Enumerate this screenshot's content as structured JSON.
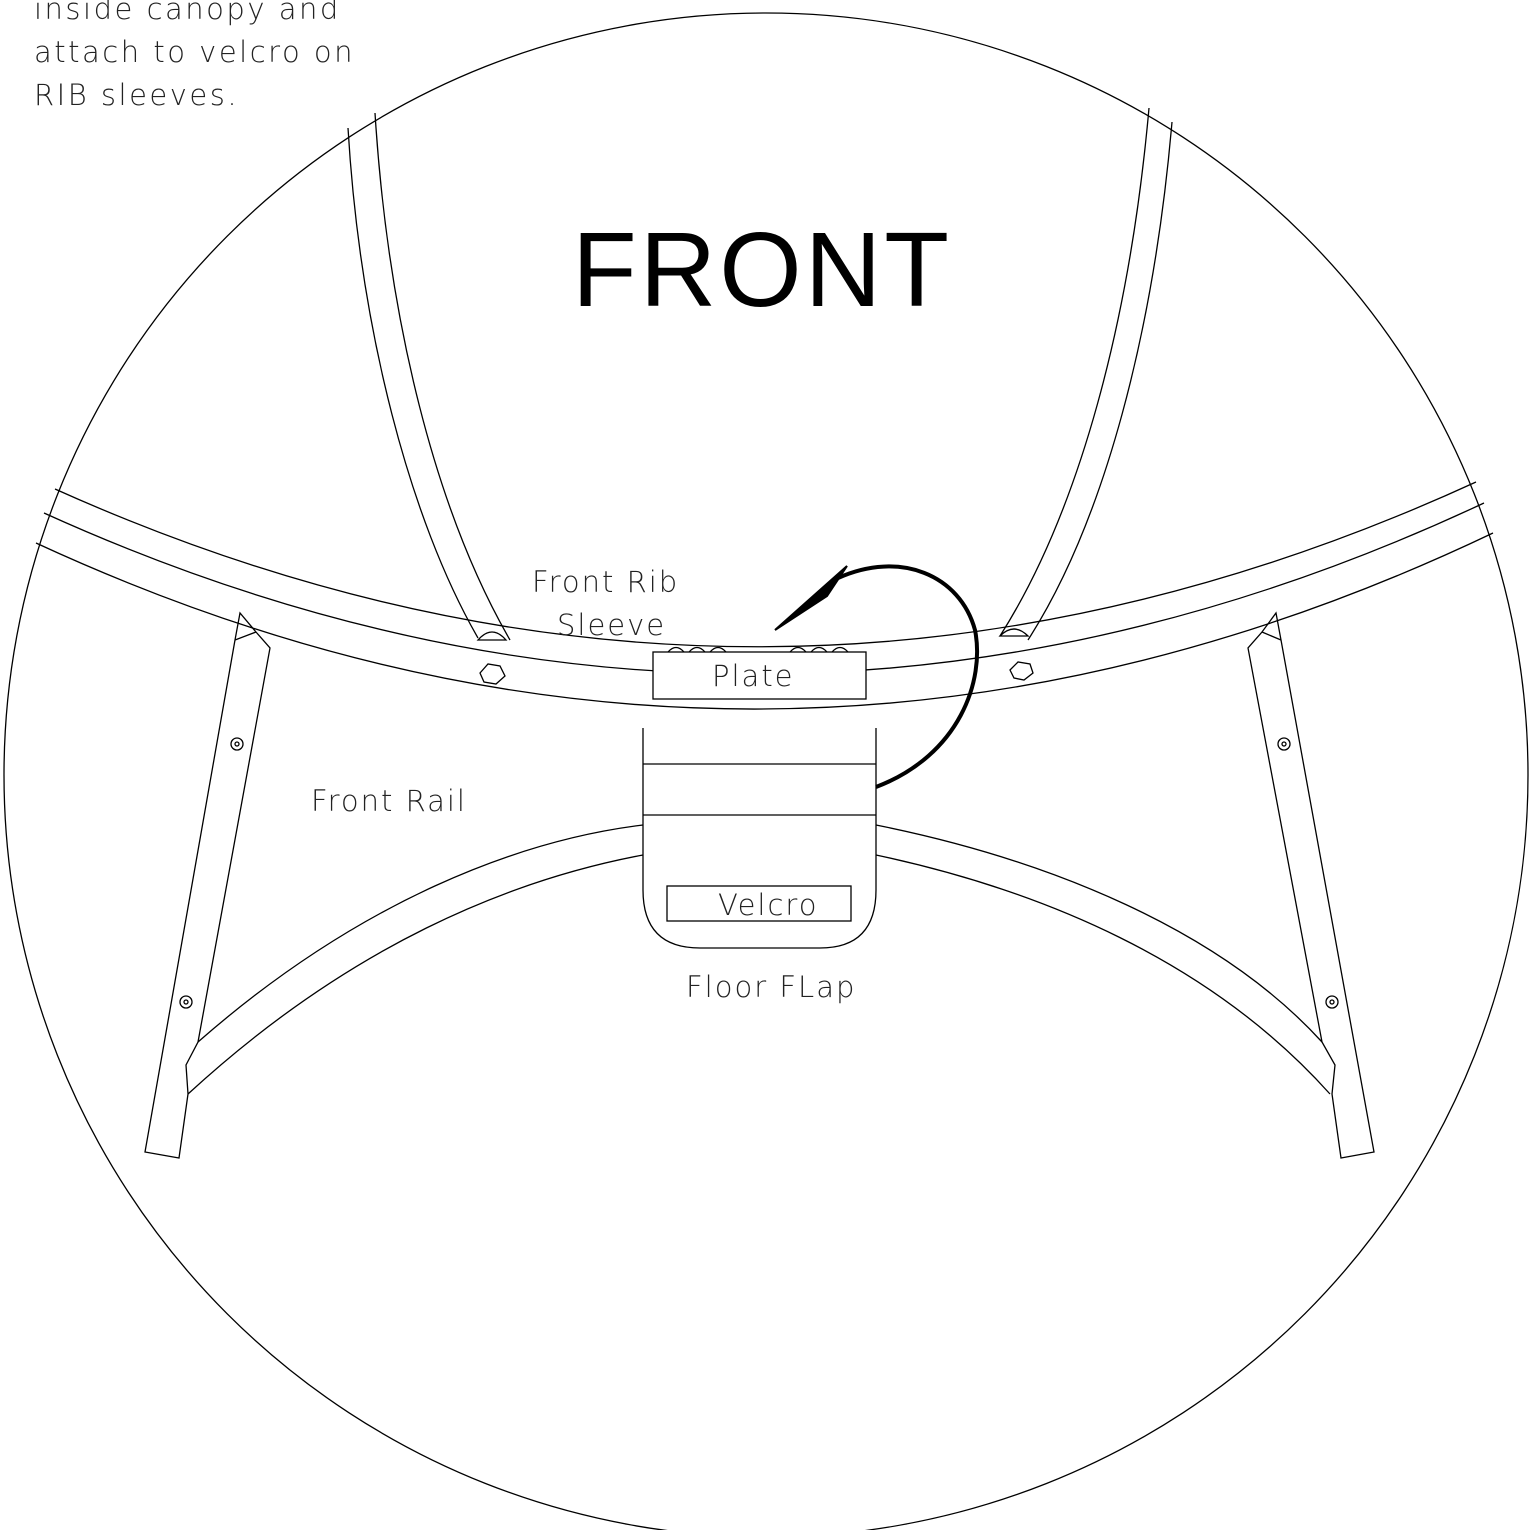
{
  "note_lines": [
    "inside canopy and",
    "attach to velcro on",
    "RIB sleeves."
  ],
  "labels": {
    "front": "FRONT",
    "front_rib_line1": "Front Rib",
    "front_rib_line2": "Sleeve",
    "plate": "Plate",
    "front_rail": "Front Rail",
    "velcro": "Velcro",
    "floor_flap": "Floor FLap"
  }
}
